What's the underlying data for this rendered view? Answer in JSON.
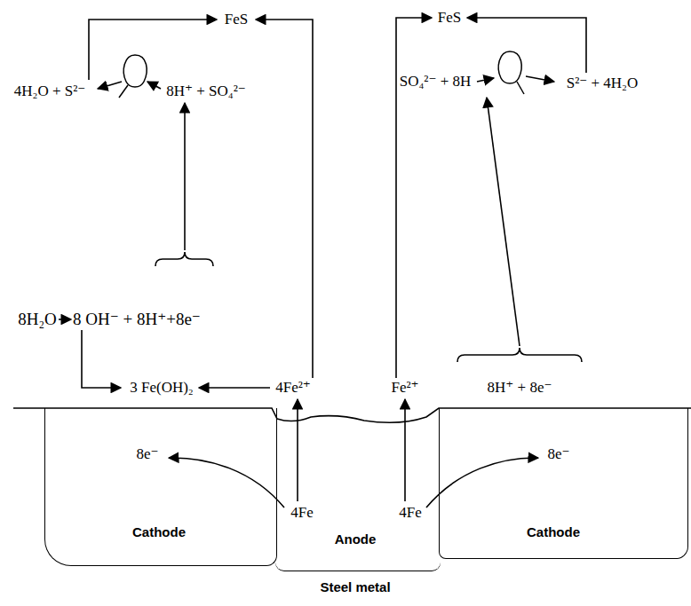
{
  "diagram": {
    "nodes": [
      {
        "text": [
          "8e⁻",
          "Cathode"
        ]
      },
      {
        "text": [
          "4Fe",
          "4Fe",
          "Anode"
        ]
      },
      {
        "text": [
          "8e⁻",
          "Cathode"
        ]
      }
    ],
    "labels": [
      "FeS",
      "4H₂O + S²⁻",
      "8H⁺ + SO₄²⁻",
      "FeS",
      "SO₄²⁻ + 8H",
      "S²⁻ + 4H₂O",
      "8H₂O",
      "8 OH⁻ + 8H⁺+8e⁻",
      "3 Fe(OH)₂",
      "4Fe²⁺",
      "Fe²⁺",
      "8H⁺ + 8e⁻",
      "Steel metal"
    ]
  }
}
